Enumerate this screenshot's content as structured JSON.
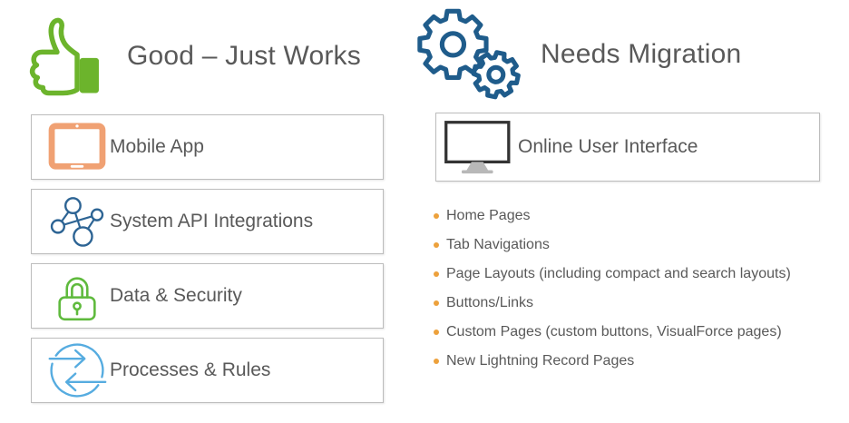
{
  "left_section": {
    "title": "Good – Just Works",
    "icon": "thumbs-up-icon",
    "items": [
      {
        "label": "Mobile App",
        "icon": "tablet-icon"
      },
      {
        "label": "System API Integrations",
        "icon": "network-nodes-icon"
      },
      {
        "label": "Data & Security",
        "icon": "padlock-icon"
      },
      {
        "label": "Processes & Rules",
        "icon": "sync-arrows-icon"
      }
    ]
  },
  "right_section": {
    "title": "Needs Migration",
    "icon": "gears-icon",
    "card": {
      "label": "Online User Interface",
      "icon": "monitor-icon"
    },
    "bullets": [
      "Home Pages",
      "Tab Navigations",
      "Page Layouts (including compact and search layouts)",
      "Buttons/Links",
      "Custom Pages (custom buttons, VisualForce pages)",
      "New Lightning Record Pages"
    ]
  },
  "colors": {
    "title_text": "#595959",
    "body_text": "#595959",
    "box_border": "#bdbdbd",
    "green": "#6cb42c",
    "green_lock": "#5fba3d",
    "orange": "#f0a173",
    "dark_blue": "#1f5c8b",
    "steel_blue": "#2d6494",
    "light_blue": "#56ace0",
    "bullet_orange": "#eda13c",
    "monitor_dark": "#333333",
    "monitor_gray": "#b8b8b8"
  }
}
